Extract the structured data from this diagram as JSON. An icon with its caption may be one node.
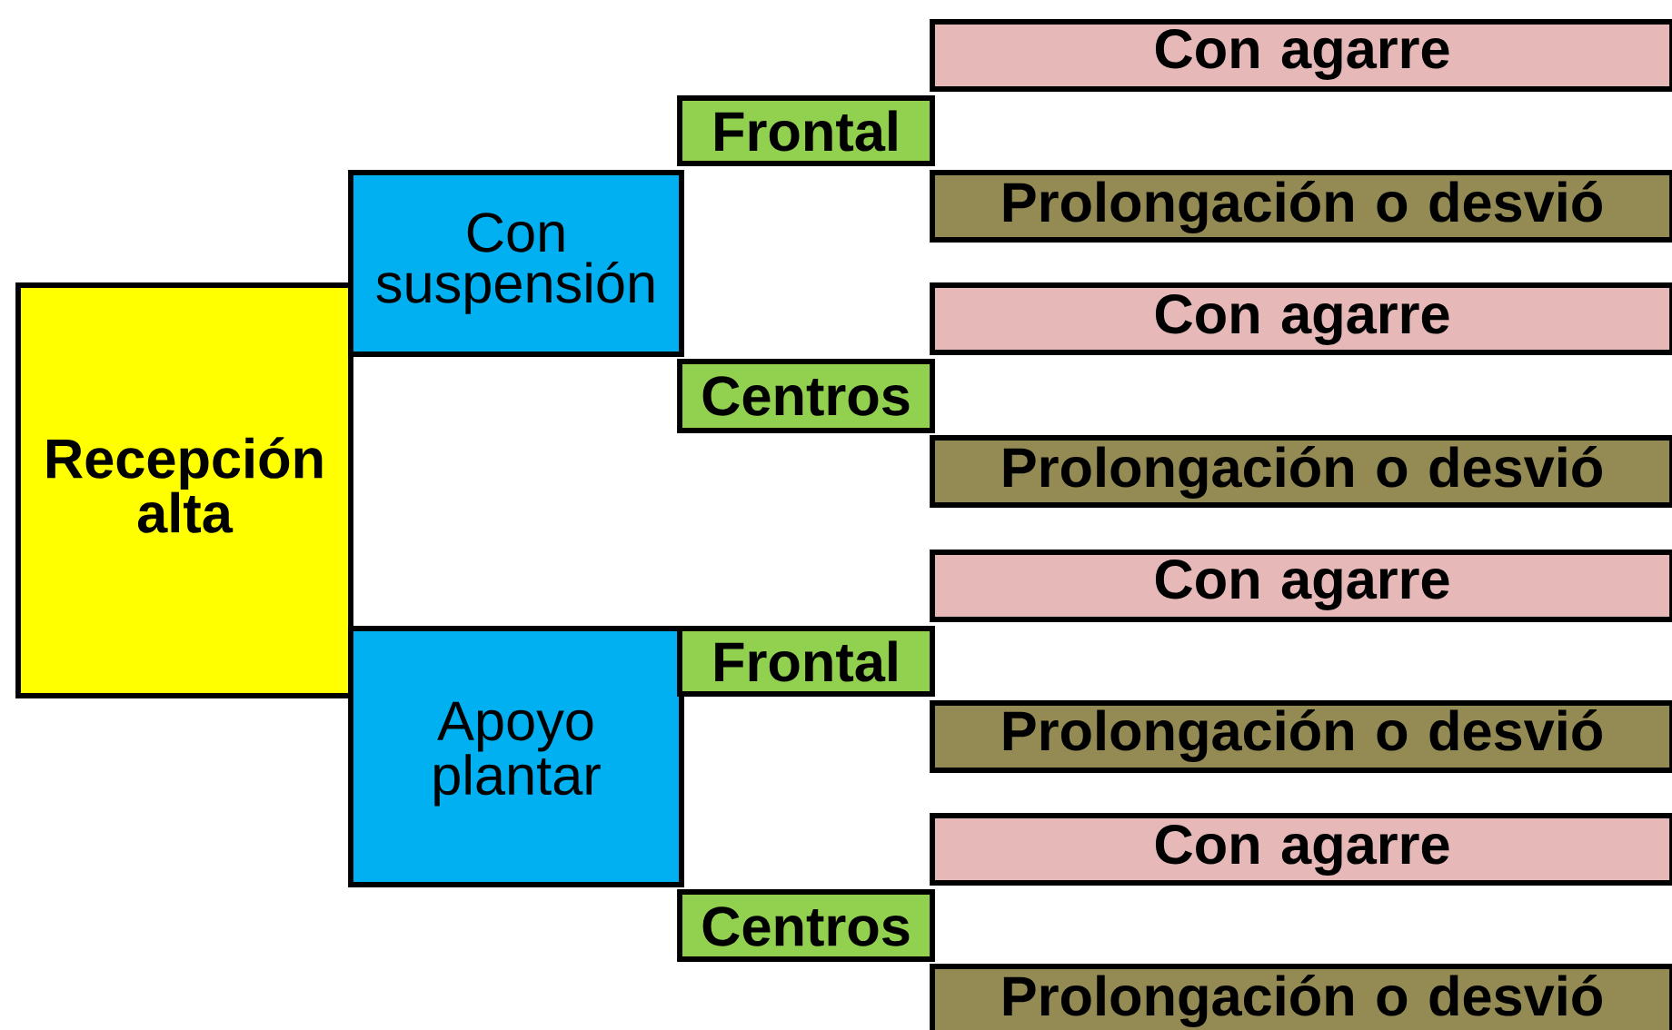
{
  "diagram": {
    "nodes": [
      {
        "text": [
          "Recepción alta"
        ]
      },
      {
        "text": [
          "Con suspensión"
        ]
      },
      {
        "text": [
          "Frontal"
        ]
      },
      {
        "text": [
          "Con agarre"
        ]
      },
      {
        "text": [
          "Prolongación o desvió"
        ]
      },
      {
        "text": [
          "Con agarre"
        ]
      },
      {
        "text": [
          "Centros"
        ]
      },
      {
        "text": [
          "Prolongación o desvió"
        ]
      },
      {
        "text": [
          "Apoyo plantar"
        ]
      },
      {
        "text": [
          "Con agarre"
        ]
      },
      {
        "text": [
          "Frontal"
        ]
      },
      {
        "text": [
          "Prolongación o desvió"
        ]
      },
      {
        "text": [
          "Con agarre"
        ]
      },
      {
        "text": [
          "Centros"
        ]
      },
      {
        "text": [
          "Prolongación o desvió"
        ]
      }
    ]
  }
}
